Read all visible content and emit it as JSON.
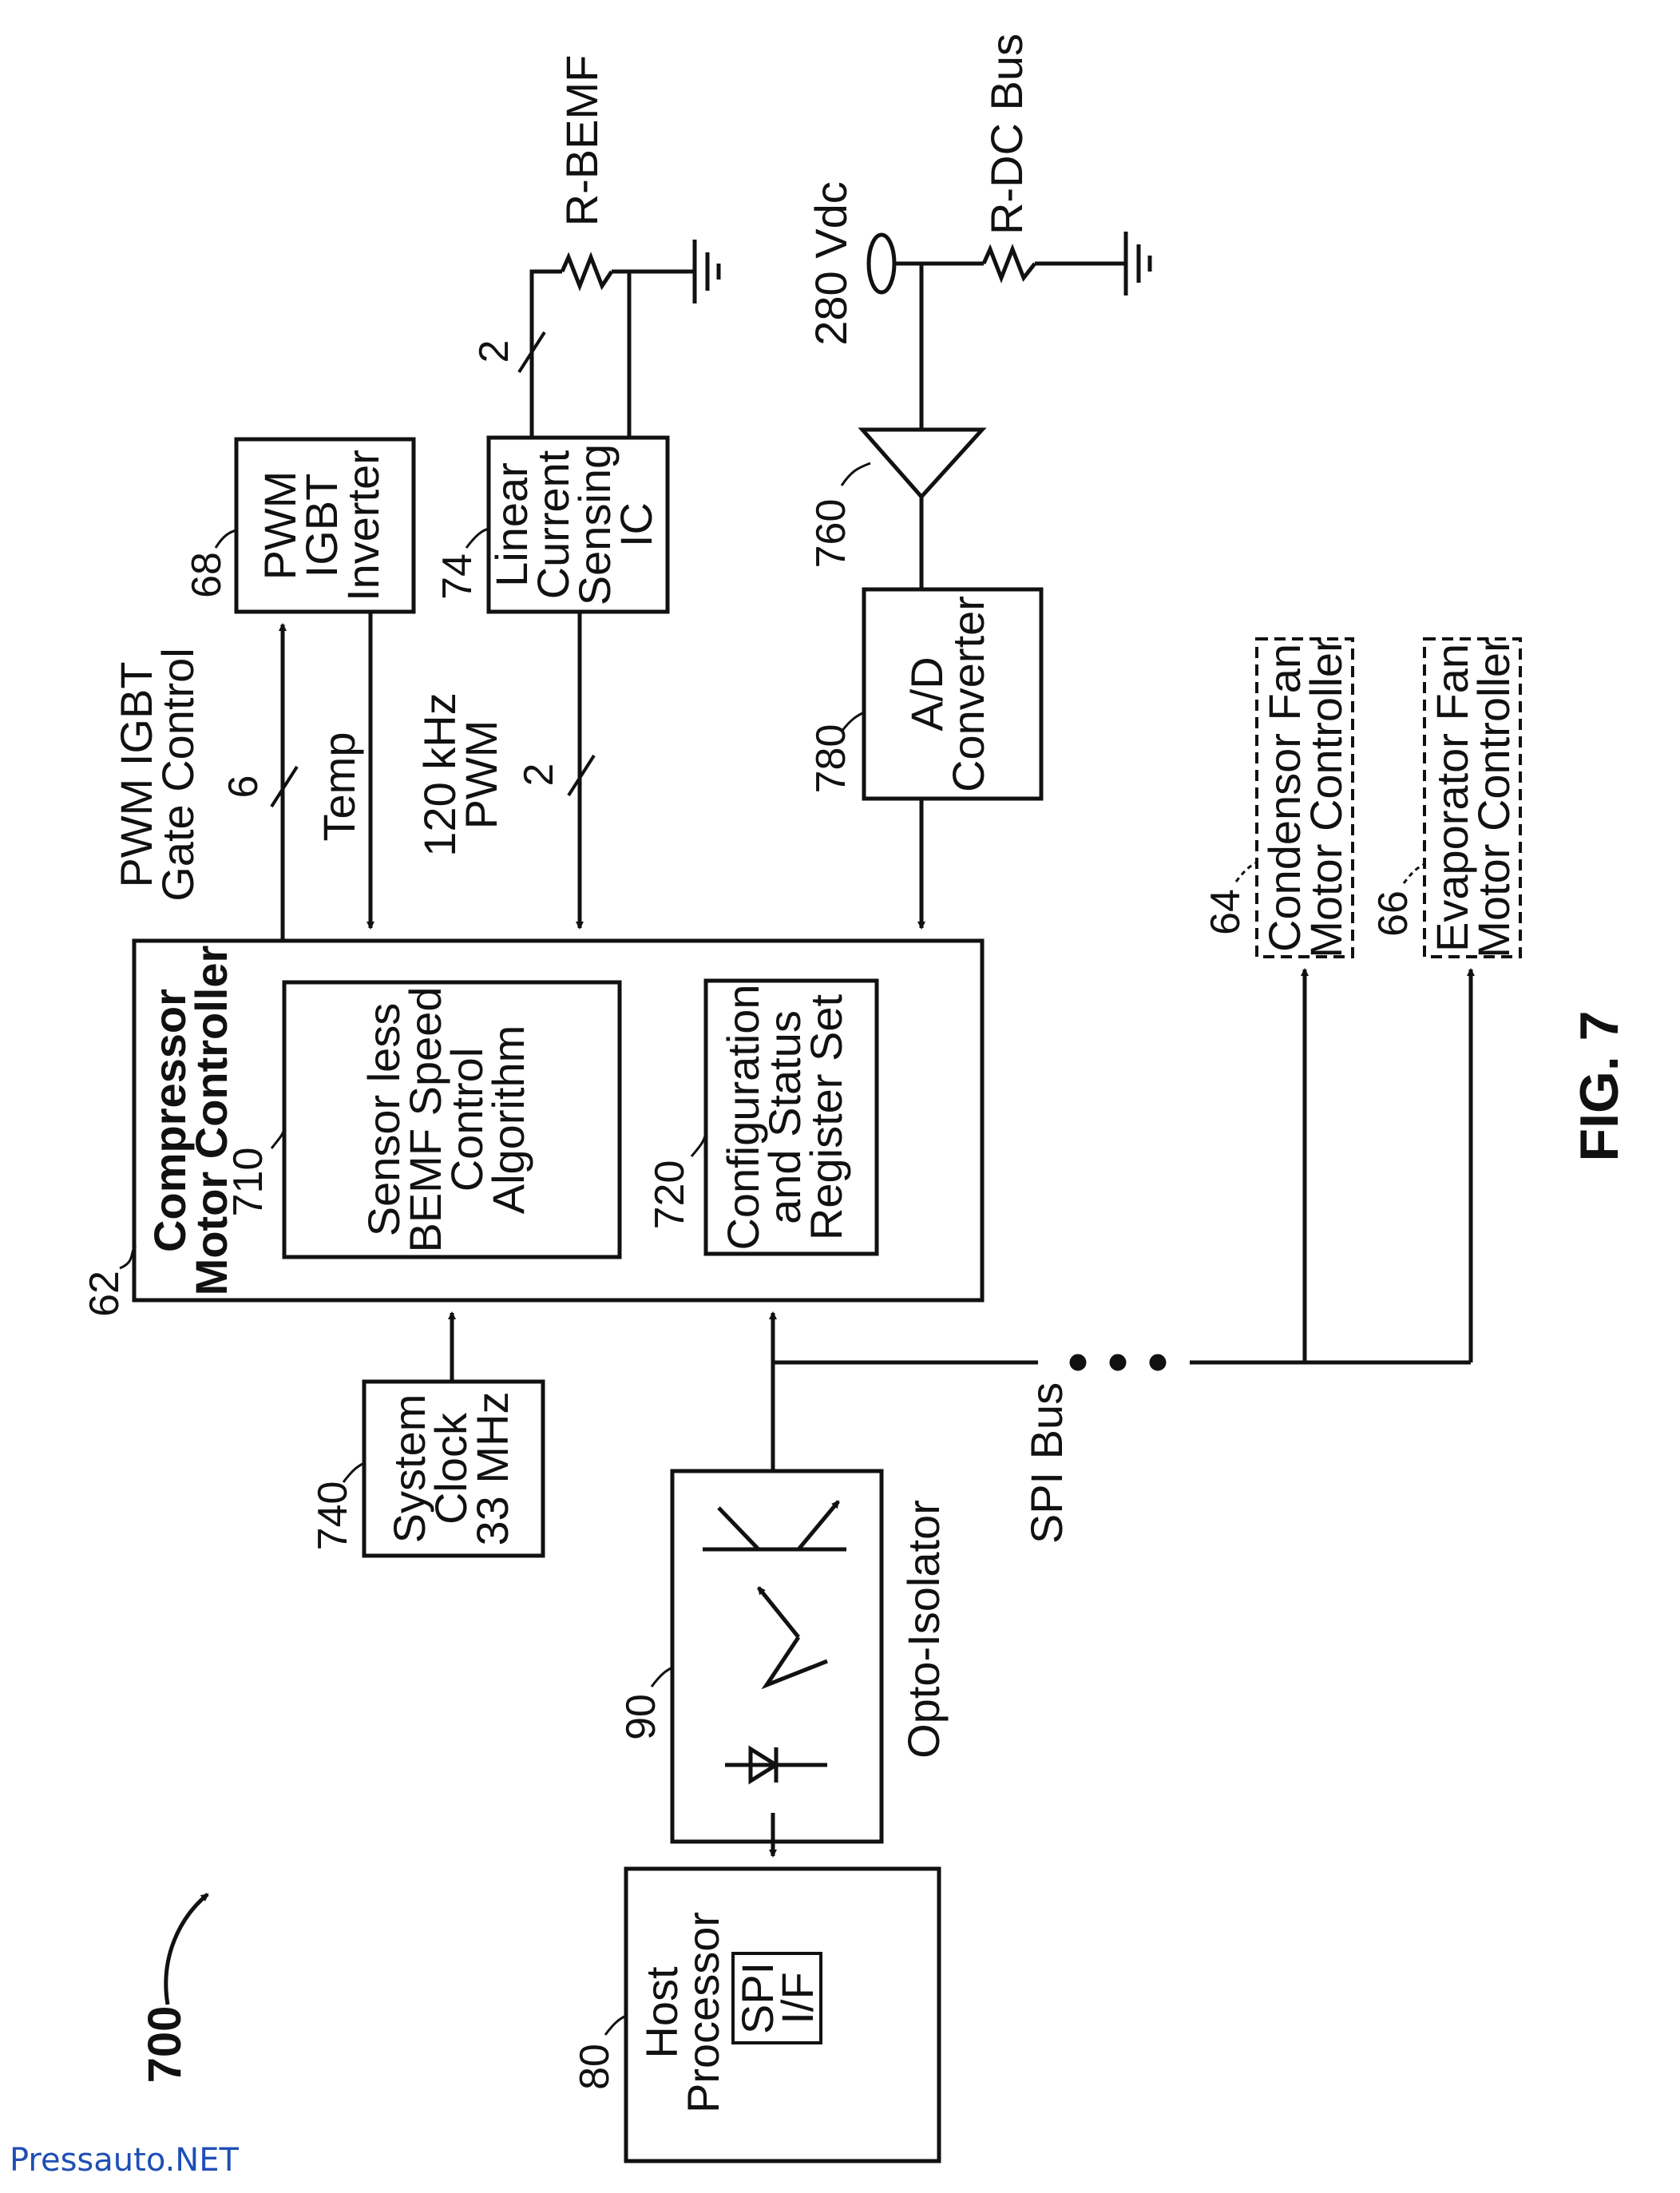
{
  "figure": {
    "number_label": "FIG. 7",
    "diagram_ref": "700"
  },
  "blocks": {
    "compressor": {
      "ref": "62",
      "line1": "Compressor",
      "line2": "Motor Controller"
    },
    "sensorless": {
      "ref": "710",
      "lines": [
        "Sensor less",
        "BEMF Speed",
        "Control",
        "Algorithm"
      ]
    },
    "config": {
      "ref": "720",
      "lines": [
        "Configuration",
        "and Status",
        "Register Set"
      ]
    },
    "pwm_inverter": {
      "ref": "68",
      "lines": [
        "PWM",
        "IGBT",
        "Inverter"
      ]
    },
    "current_sensing": {
      "ref": "74",
      "lines": [
        "Linear",
        "Current",
        "Sensing",
        "IC"
      ]
    },
    "ad_converter": {
      "ref": "780",
      "lines": [
        "A/D",
        "Converter"
      ]
    },
    "amplifier": {
      "ref": "760"
    },
    "condensor_fan": {
      "ref": "64",
      "lines": [
        "Condensor Fan",
        "Motor Controller"
      ]
    },
    "evaporator_fan": {
      "ref": "66",
      "lines": [
        "Evaporator Fan",
        "Motor Controller"
      ]
    },
    "system_clock": {
      "ref": "740",
      "lines": [
        "System",
        "Clock",
        "33 MHz"
      ]
    },
    "opto_isolator": {
      "ref": "90",
      "label": "Opto-Isolator"
    },
    "host_processor": {
      "ref": "80",
      "lines": [
        "Host",
        "Processor"
      ],
      "spi_lines": [
        "SPI",
        "I/F"
      ]
    }
  },
  "signals": {
    "gate_control": [
      "PWM IGBT",
      "Gate Control"
    ],
    "gate_count": "6",
    "temp": "Temp",
    "pwm_freq": [
      "120 kHz",
      "PWM"
    ],
    "pwm_count": "2",
    "sense_count": "2",
    "r_bemf": "R-BEMF",
    "r_dc_bus": "R-DC Bus",
    "vdc": "280 Vdc",
    "spi_bus": "SPI Bus"
  },
  "watermark": "Pressauto.NET"
}
